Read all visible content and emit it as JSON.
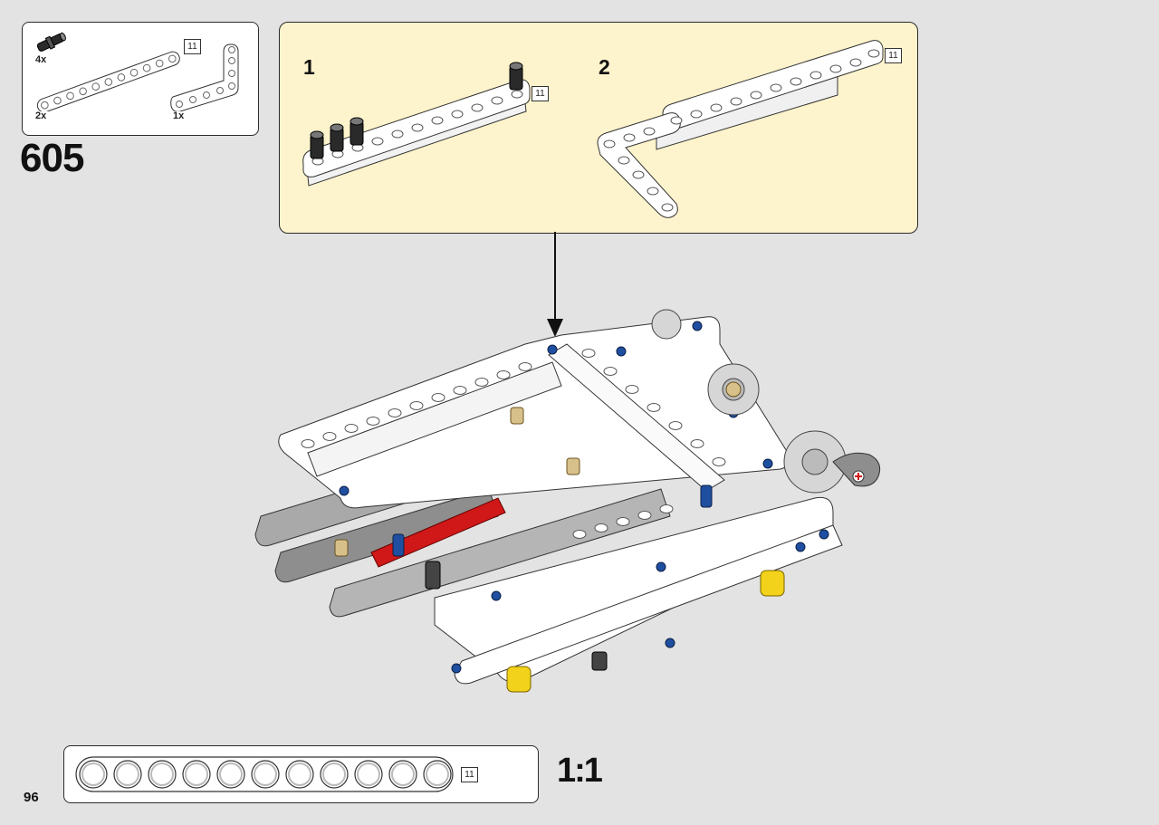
{
  "page_number": "96",
  "step_number": "605",
  "parts_list": {
    "items": [
      {
        "part": "black-connector-peg",
        "qty": "4x"
      },
      {
        "part": "white-straight-beam",
        "qty": "2x",
        "length": "11"
      },
      {
        "part": "white-l-beam",
        "qty": "1x"
      }
    ]
  },
  "callout": {
    "background": "#fdf3cc",
    "substeps": [
      {
        "number": "1",
        "length": "11"
      },
      {
        "number": "2",
        "length": "11"
      }
    ]
  },
  "gauge": {
    "length": "11",
    "scale": "1:1",
    "hole_count": 11
  },
  "colors": {
    "page_bg": "#e3e3e3",
    "beam_white": "#ffffff",
    "beam_grey": "#a9a9a9",
    "pin_blue": "#1f4fa0",
    "axle_red": "#d01818",
    "axle_yellow": "#f2d21a",
    "tan": "#d8c08a"
  },
  "icons": [
    "down-arrow-icon"
  ]
}
